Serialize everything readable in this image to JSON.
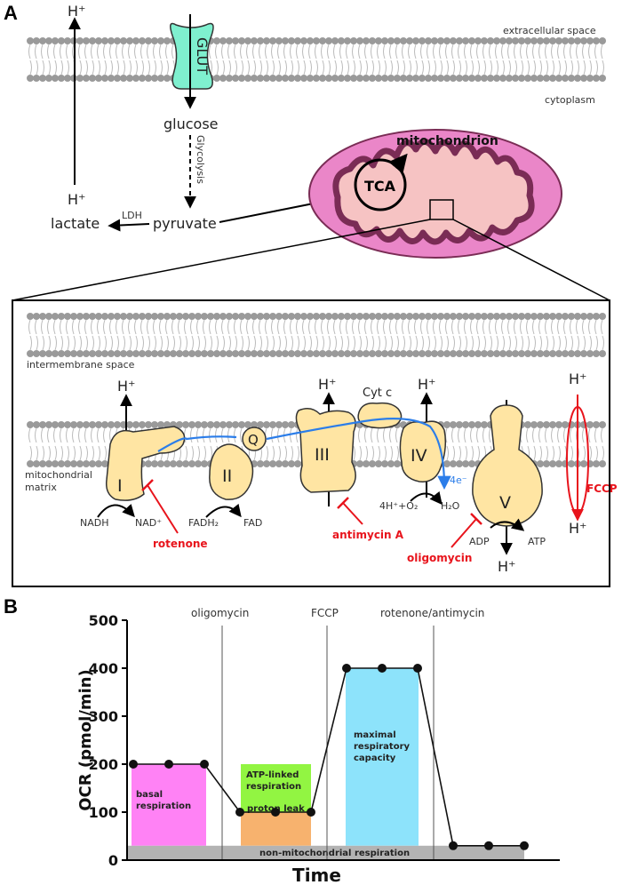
{
  "panel_a": {
    "label": "A",
    "extracellular": "extracellular space",
    "cytoplasm": "cytoplasm",
    "glut": "GLUT",
    "glucose": "glucose",
    "glycolysis": "Glycolysis",
    "pyruvate": "pyruvate",
    "lactate": "lactate",
    "ldh": "LDH",
    "h_plus": "H⁺",
    "mitochondrion": "mitochondrion",
    "tca": "TCA",
    "intermembrane": "intermembrane space",
    "matrix_line1": "mitochondrial",
    "matrix_line2": "matrix",
    "complex_1": "I",
    "complex_2": "II",
    "complex_3": "III",
    "complex_4": "IV",
    "complex_5": "V",
    "q": "Q",
    "cytc": "Cyt c",
    "nadh": "NADH",
    "nad": "NAD⁺",
    "fadh2": "FADH₂",
    "fad": "FAD",
    "o2": "4H⁺+O₂",
    "h2o": "H₂O",
    "four_e": "4e⁻",
    "adp": "ADP",
    "atp": "ATP",
    "rotenone": "rotenone",
    "antimycin": "antimycin A",
    "oligomycin": "oligomycin",
    "fccp": "FCCP",
    "colors": {
      "glut": "#7ff0cf",
      "mito": "#ea86c8",
      "crista": "#f6c3c3",
      "complex": "#ffe5a3",
      "inhibitor": "#e8141c",
      "electron": "#2b7de9"
    }
  },
  "panel_b": {
    "label": "B",
    "chart_data": {
      "type": "line",
      "ylabel": "OCR (pmol/min)",
      "xlabel": "Time",
      "ylim": [
        0,
        500
      ],
      "yticks": [
        0,
        100,
        200,
        300,
        400,
        500
      ],
      "series": [
        {
          "values": [
            200,
            200,
            200,
            100,
            100,
            100,
            400,
            400,
            400,
            30,
            30,
            30
          ]
        }
      ],
      "injections": [
        "oligomycin",
        "FCCP",
        "rotenone/antimycin"
      ],
      "regions": [
        {
          "label": "basal respiration",
          "color": "#ff82f5"
        },
        {
          "label": "ATP-linked respiration",
          "color": "#92f542"
        },
        {
          "label": "proton leak",
          "color": "#f7b26e"
        },
        {
          "label": "maximal respiratory capacity",
          "color": "#8de3fb"
        },
        {
          "label": "non-mitochondrial respiration",
          "color": "#b3b3b3"
        }
      ],
      "grid": false
    }
  }
}
